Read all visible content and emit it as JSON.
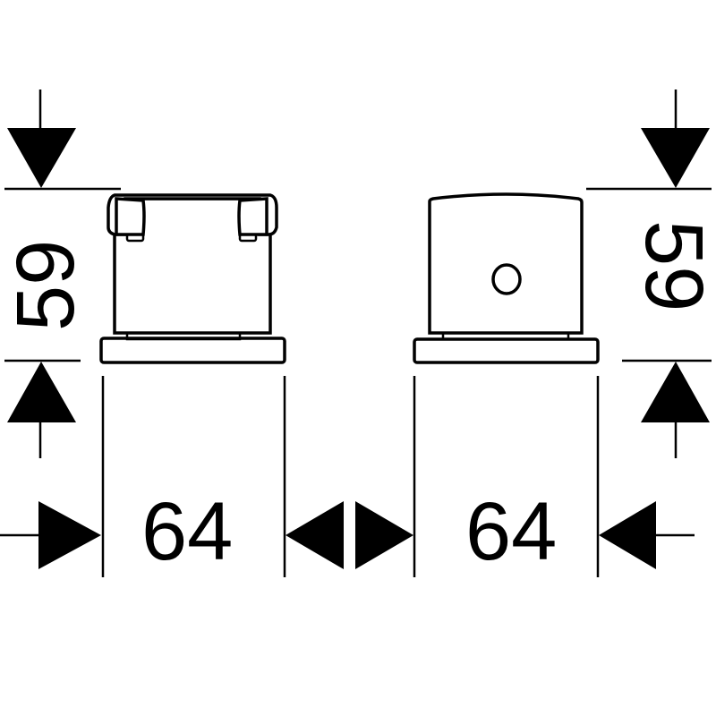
{
  "dimensions": {
    "left_height": "59",
    "right_height": "59",
    "left_width": "64",
    "right_width": "64"
  },
  "colors": {
    "line": "#000000",
    "background": "#ffffff"
  }
}
